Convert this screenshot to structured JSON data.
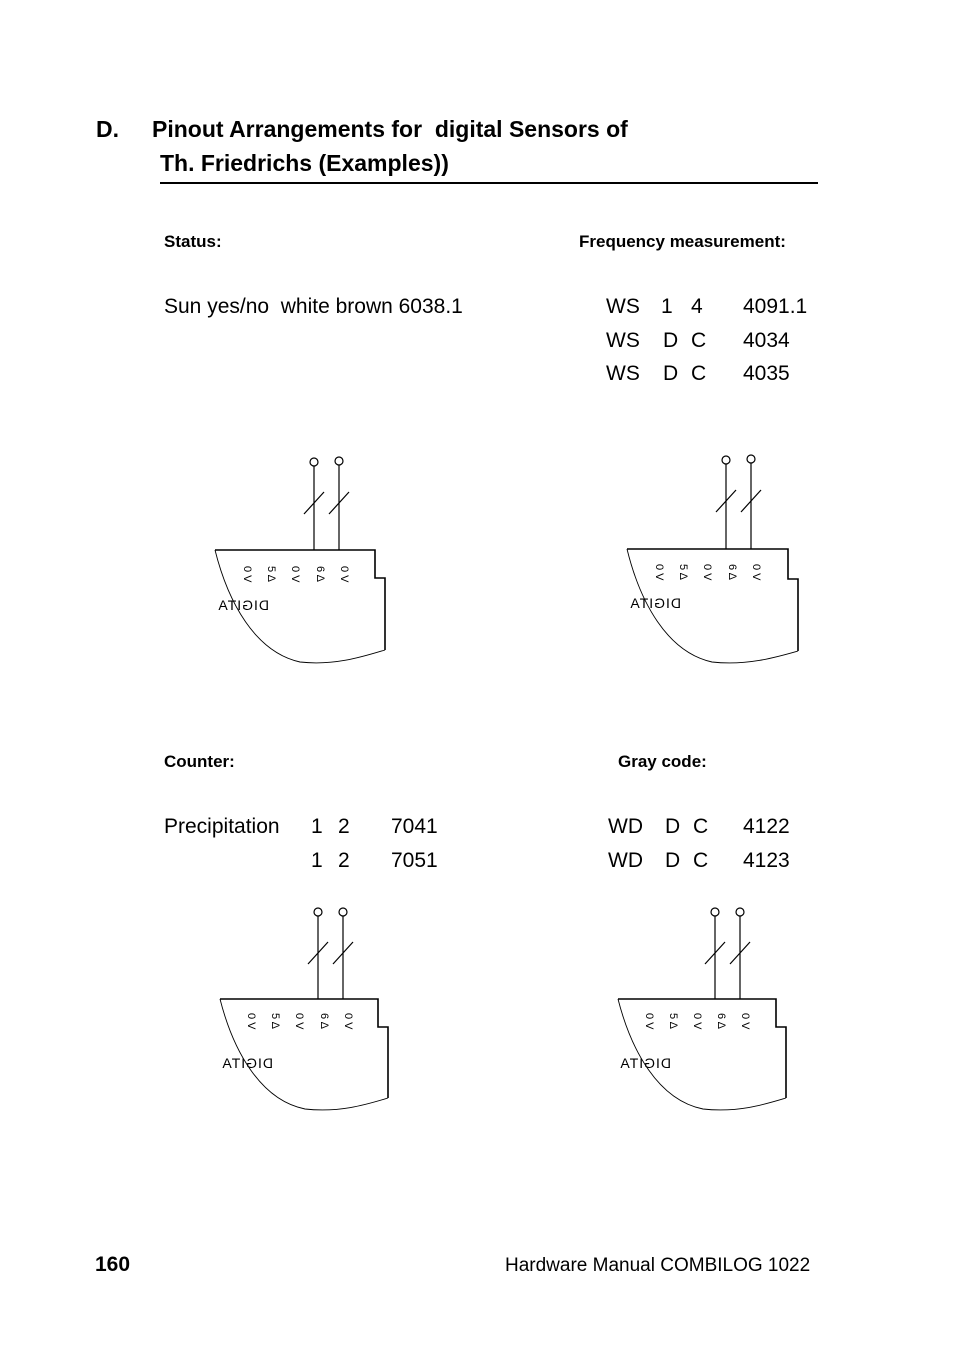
{
  "heading": {
    "letter": "D.",
    "line1": "Pinout Arrangements for  digital Sensors of",
    "line2": "Th. Friedrichs (Examples))"
  },
  "status": {
    "label": "Status:",
    "line": "Sun yes/no  white brown 6038.1"
  },
  "frequency": {
    "label": "Frequency measurement:",
    "rows": [
      {
        "name": "WS",
        "a": "1",
        "b": "4",
        "num": "4091.1"
      },
      {
        "name": "WS",
        "a": "D",
        "b": "C",
        "num": "4034"
      },
      {
        "name": "WS",
        "a": "D",
        "b": "C",
        "num": "4035"
      }
    ]
  },
  "counter": {
    "label": "Counter:",
    "rows": [
      {
        "name": "Precipitation",
        "a": "1",
        "b": "2",
        "num": "7041"
      },
      {
        "name": "",
        "a": "1",
        "b": "2",
        "num": "7051"
      }
    ]
  },
  "gray": {
    "label": "Gray code:",
    "rows": [
      {
        "name": "WD",
        "a": "D",
        "b": "C",
        "num": "4122"
      },
      {
        "name": "WD",
        "a": "D",
        "b": "C",
        "num": "4123"
      }
    ]
  },
  "connector": {
    "pins": [
      "0 V",
      "5 Δ",
      "0 V",
      "6 Δ",
      "0 V"
    ],
    "brand": "DIGITA"
  },
  "footer": {
    "page_number": "160",
    "manual_title": "Hardware Manual COMBILOG 1022"
  }
}
